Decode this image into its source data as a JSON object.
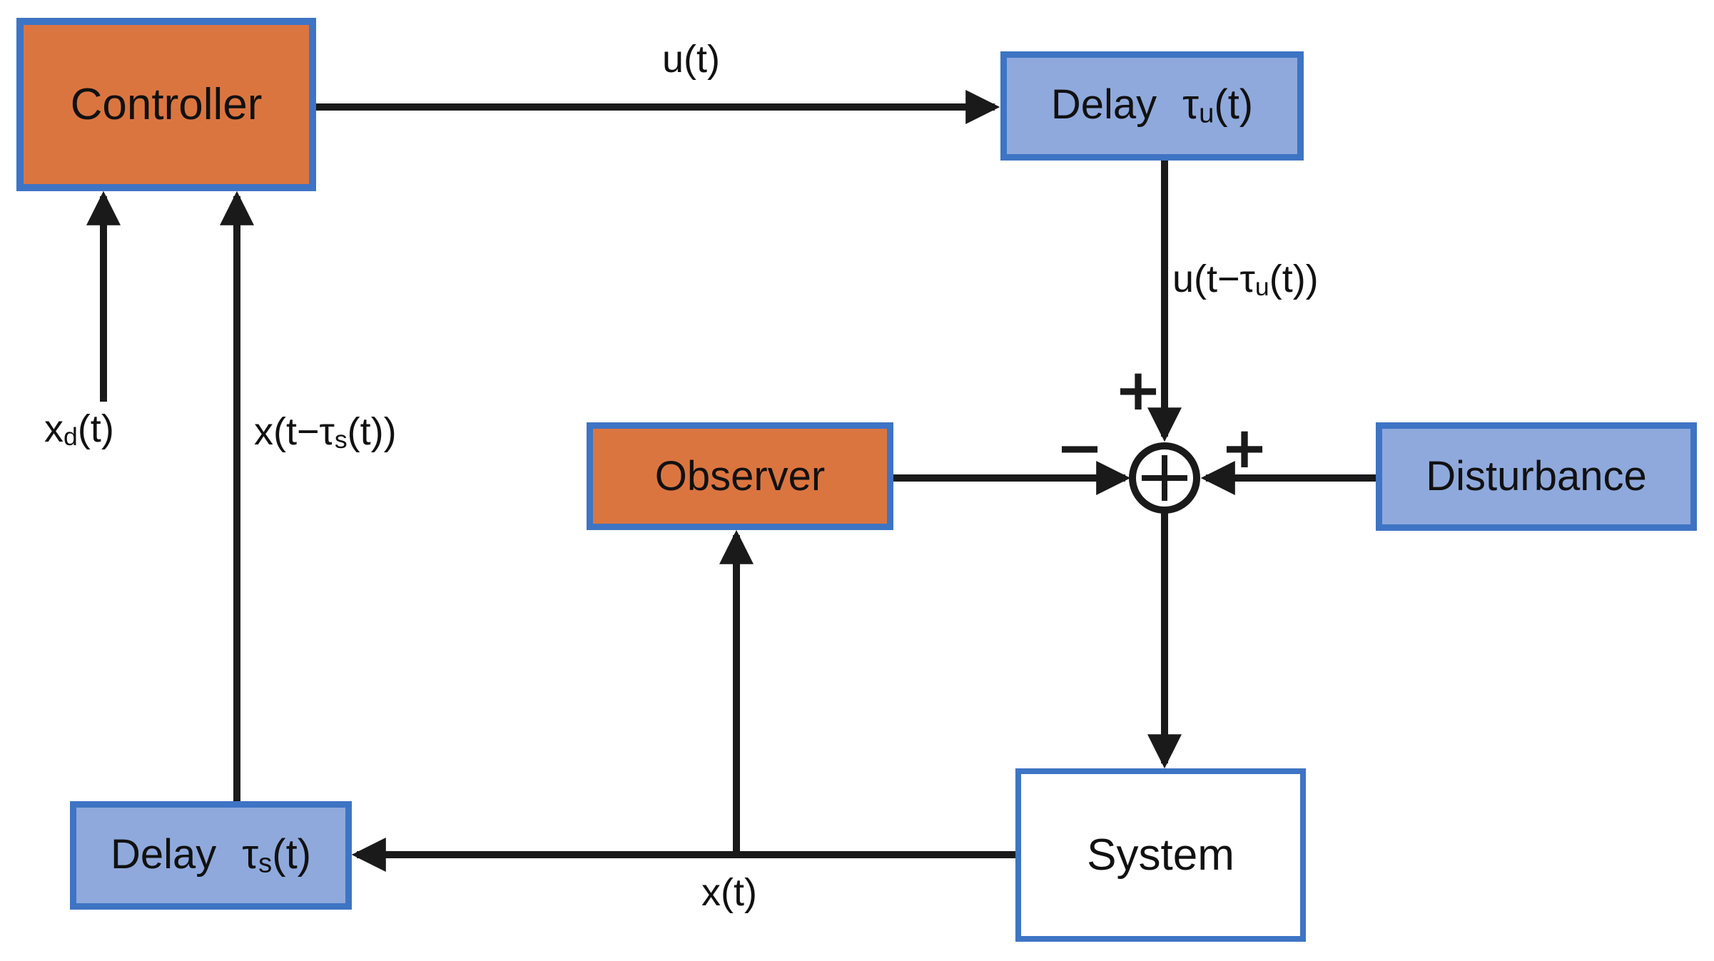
{
  "colors": {
    "box_orange": "#DB7540",
    "box_blue_fill": "#8FA9DC",
    "border_blue": "#3E74C4",
    "wire_black": "#1A1A1A",
    "system_fill": "#FFFFFF"
  },
  "nodes": {
    "controller": {
      "label": "Controller"
    },
    "delay_u": {
      "word": "Delay",
      "tau": "τ",
      "sub": "u",
      "suffix": "(t)"
    },
    "observer": {
      "label": "Observer"
    },
    "disturbance": {
      "label": "Disturbance"
    },
    "system": {
      "label": "System"
    },
    "delay_s": {
      "word": "Delay",
      "tau": "τ",
      "sub": "s",
      "suffix": "(t)"
    }
  },
  "signals": {
    "u": "u(t)",
    "u_delayed": {
      "prefix": "u(t−τ",
      "sub": "u",
      "suffix": "(t))"
    },
    "x_desired": {
      "prefix": "x",
      "sub": "d",
      "suffix": "(t)"
    },
    "x_delayed": {
      "prefix": "x(t−τ",
      "sub": "s",
      "suffix": "(t))"
    },
    "x": "x(t)"
  },
  "sum_junction": {
    "plus_top": "+",
    "minus_left": "−",
    "plus_right": "+"
  }
}
